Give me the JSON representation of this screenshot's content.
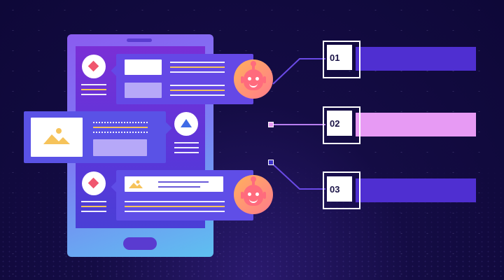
{
  "steps": [
    {
      "label": "01",
      "color": "#4f2fd1"
    },
    {
      "label": "02",
      "color": "#e79af4"
    },
    {
      "label": "03",
      "color": "#4f2fd1"
    }
  ],
  "icons": [
    "diamond-icon",
    "image-icon",
    "triangle-icon",
    "robot-avatar"
  ],
  "colors": {
    "background": "#140c44",
    "accent_pink": "#f0566e",
    "accent_yellow": "#f6c35a"
  }
}
